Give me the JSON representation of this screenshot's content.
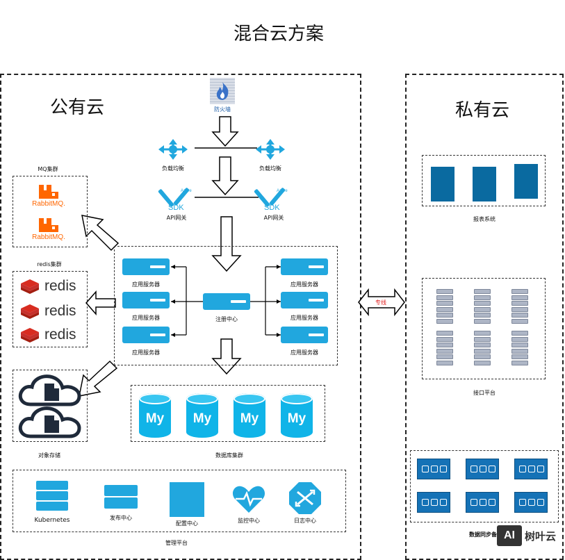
{
  "title": "混合云方案",
  "public_cloud": {
    "label": "公有云",
    "firewall": "防火墙",
    "lb_left": "负载均衡",
    "lb_right": "负载均衡",
    "api_left": "API网关",
    "api_right": "API网关",
    "sdk": "SDK",
    "azure": "Azure",
    "mq_title": "MQ集群",
    "mq_items": [
      "RabbitMQ.",
      "RabbitMQ."
    ],
    "redis_title": "redis集群",
    "redis_items": [
      "redis",
      "redis",
      "redis"
    ],
    "app_servers": [
      "应用服务器",
      "应用服务器",
      "应用服务器",
      "应用服务器",
      "应用服务器",
      "应用服务器"
    ],
    "registry": "注册中心",
    "object_storage": "对象存储",
    "db_cluster": "数据库集群",
    "db_labels": [
      "My",
      "My",
      "My",
      "My"
    ],
    "mgmt_platform": "管理平台",
    "mgmt_items": [
      "Kubernetes",
      "发布中心",
      "配置中心",
      "监控中心",
      "日志中心"
    ]
  },
  "private_cloud": {
    "label": "私有云",
    "report": "报表系统",
    "api_platform": "接口平台",
    "data_sync": "数据同步备"
  },
  "link_label": "专线",
  "watermark": {
    "logo": "AI",
    "text": "树叶云"
  },
  "colors": {
    "accent": "#21a7de",
    "dark_blue": "#0a6aa0",
    "link_red": "#e02020"
  }
}
